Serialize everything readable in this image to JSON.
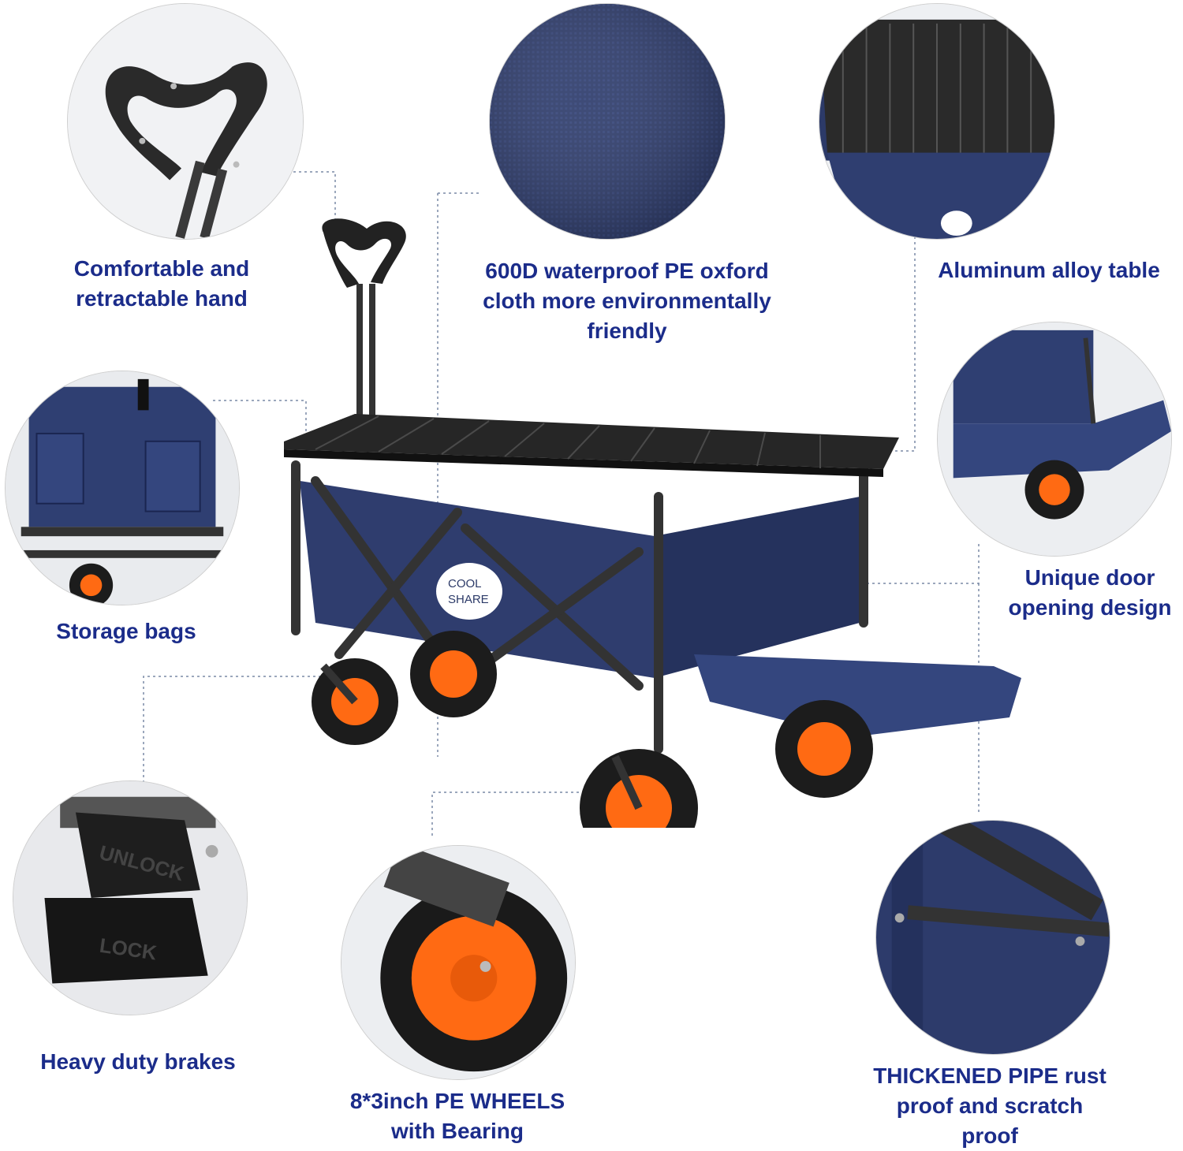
{
  "features": [
    {
      "id": "handle",
      "lines": [
        "Comfortable and",
        "retractable hand"
      ]
    },
    {
      "id": "fabric",
      "lines": [
        "600D waterproof PE oxford",
        "cloth more environmentally",
        "friendly"
      ]
    },
    {
      "id": "table",
      "lines": [
        "Aluminum alloy table"
      ]
    },
    {
      "id": "storage",
      "lines": [
        "Storage bags"
      ]
    },
    {
      "id": "door",
      "lines": [
        "Unique door",
        "opening design"
      ]
    },
    {
      "id": "brakes",
      "lines": [
        "Heavy duty brakes"
      ]
    },
    {
      "id": "wheels",
      "lines": [
        "8*3inch PE WHEELS",
        "with Bearing"
      ]
    },
    {
      "id": "pipe",
      "lines": [
        "THICKENED PIPE rust",
        "proof and scratch",
        "proof"
      ]
    }
  ],
  "brand": {
    "line1": "COOL",
    "line2": "SHARE"
  },
  "brake_labels": {
    "unlock": "UNLOCK",
    "lock": "LOCK"
  },
  "colors": {
    "caption": "#1b2c8a",
    "fabric": "#2c3a68",
    "frame": "#2b2b2b",
    "wheel_hub": "#ff6a13",
    "tire": "#1c1c1c",
    "table": "#2a2a2a"
  }
}
